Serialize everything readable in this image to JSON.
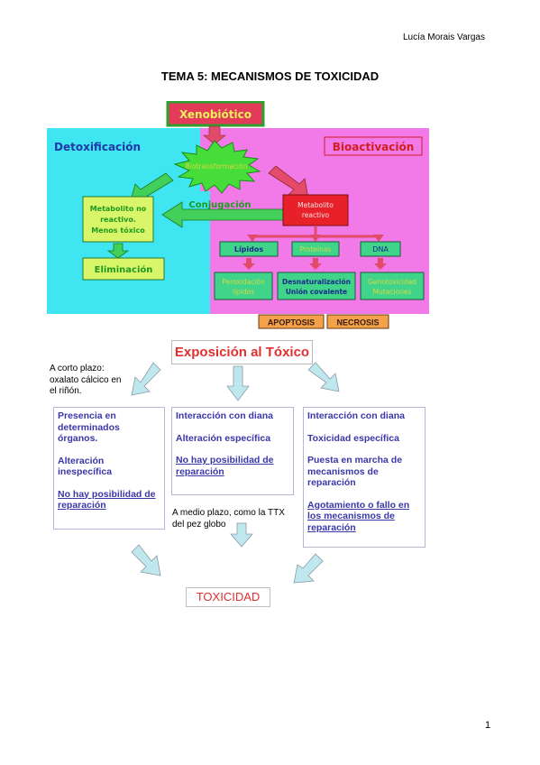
{
  "header": {
    "author": "Lucía Morais Vargas"
  },
  "title": "TEMA 5: MECANISMOS DE TOXICIDAD",
  "diagram1": {
    "xenobiotico": "Xenobiótico",
    "detoxificacion": "Detoxificación",
    "bioactivacion": "Bioactivación",
    "biotransformacion": "Biotransformación",
    "metabolito_no_reactivo": [
      "Metabolito no",
      "reactivo.",
      "Menos tóxico"
    ],
    "conjugacion": "Conjugación",
    "metabolito_reactivo": [
      "Metabolito",
      "reactivo"
    ],
    "eliminacion": "Eliminación",
    "lipidos": "Lípidos",
    "proteinas": "Proteínas",
    "dna": "DNA",
    "peroxidacion": [
      "Peroxidación",
      "lípidos"
    ],
    "desnaturalizacion": [
      "Desnaturalización",
      "Unión covalente"
    ],
    "genotoxicidad": [
      "Genotoxicidad",
      "Mutaciones"
    ],
    "apoptosis": "APOPTOSIS",
    "necrosis": "NECROSIS"
  },
  "diagram2": {
    "exposicion": "Exposición al Tóxico",
    "note_short": [
      "A corto plazo:",
      "oxalato cálcico en",
      "el riñón."
    ],
    "note_medium": [
      "A medio plazo, como la TTX",
      "del pez globo"
    ],
    "box_left": [
      "Presencia en determinados órganos.",
      "Alteración inespecífica",
      "No hay posibilidad de reparación"
    ],
    "box_middle": [
      "Interacción con diana",
      "Alteración específica",
      "No hay posibilidad de reparación"
    ],
    "box_right": [
      "Interacción con diana",
      "Toxicidad específica",
      "Puesta en marcha de mecanismos de reparación",
      "Agotamiento o fallo en los mecanismos de reparación"
    ],
    "toxicidad": "TOXICIDAD"
  },
  "footer": {
    "page_number": "1"
  },
  "colors": {
    "cyan_zone": "#3fe6f2",
    "pink_zone": "#f27ae8",
    "green_box": "#d9f56a",
    "green_text": "#1f9a1f",
    "red_title": "#e03030",
    "purple_text": "#3a37a8"
  }
}
